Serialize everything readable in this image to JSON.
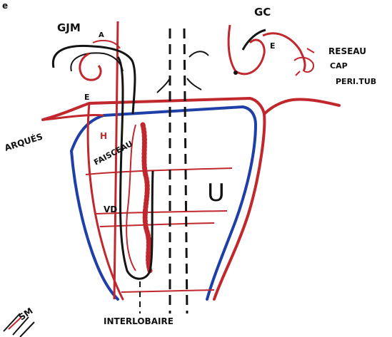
{
  "labels": {
    "corner": "e",
    "gjm": "GJM",
    "a": "A",
    "e_left": "E",
    "gc": "GC",
    "e_right": "E",
    "reseau1": "RESEAU",
    "reseau2": "CAP",
    "reseau3": "PERI.TUB",
    "arques": "ARQUÉS",
    "h": "H",
    "faisceau": "FAISCEAU",
    "u": "U",
    "vd": "VD",
    "interlobaire": "INTERLOBAIRE",
    "sm": "SM"
  },
  "colors": {
    "red": "#c0282d",
    "blue": "#1f3fa8",
    "black": "#141414",
    "background": "#ffffff"
  }
}
